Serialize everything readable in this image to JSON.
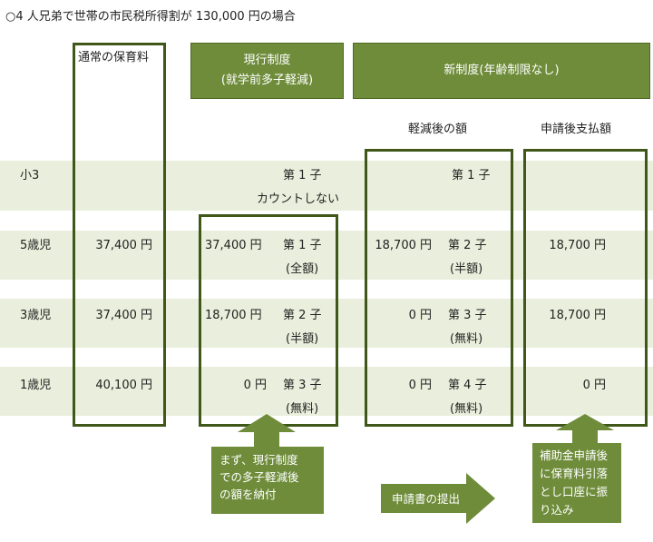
{
  "title": "○4 人兄弟で世帯の市民税所得割が 130,000 円の場合",
  "headers": {
    "normal_fee": "通常の保育料",
    "current_line1": "現行制度",
    "current_line2": "(就学前多子軽減)",
    "new_system": "新制度(年齢制限なし)",
    "reduced_amount": "軽減後の額",
    "payment_after": "申請後支払額"
  },
  "rows": [
    {
      "label": "小3",
      "normal": "",
      "current_amount": "",
      "current_rank": "第 1 子",
      "current_note": "カウントしない",
      "new_amount": "",
      "new_rank": "第 1 子",
      "new_note": "",
      "payment": ""
    },
    {
      "label": "5歳児",
      "normal": "37,400 円",
      "current_amount": "37,400 円",
      "current_rank": "第 1 子",
      "current_note": "(全額)",
      "new_amount": "18,700 円",
      "new_rank": "第 2 子",
      "new_note": "(半額)",
      "payment": "18,700 円"
    },
    {
      "label": "3歳児",
      "normal": "37,400 円",
      "current_amount": "18,700 円",
      "current_rank": "第 2 子",
      "current_note": "(半額)",
      "new_amount": "0 円",
      "new_rank": "第 3 子",
      "new_note": "(無料)",
      "payment": "18,700 円"
    },
    {
      "label": "1歳児",
      "normal": "40,100 円",
      "current_amount": "0 円",
      "current_rank": "第 3 子",
      "current_note": "(無料)",
      "new_amount": "0 円",
      "new_rank": "第 4 子",
      "new_note": "(無料)",
      "payment": "0 円"
    }
  ],
  "callouts": {
    "left_line1": "まず、現行制度",
    "left_line2": "での多子軽減後",
    "left_line3": "の額を納付",
    "middle_arrow": "申請書の提出",
    "right_line1": "補助金申請後",
    "right_line2": "に保育料引落",
    "right_line3": "とし口座に振",
    "right_line4": "り込み"
  },
  "colors": {
    "accent_green": "#6e8c3a",
    "band_green": "#e9efdc",
    "frame_green": "#3f5718"
  }
}
